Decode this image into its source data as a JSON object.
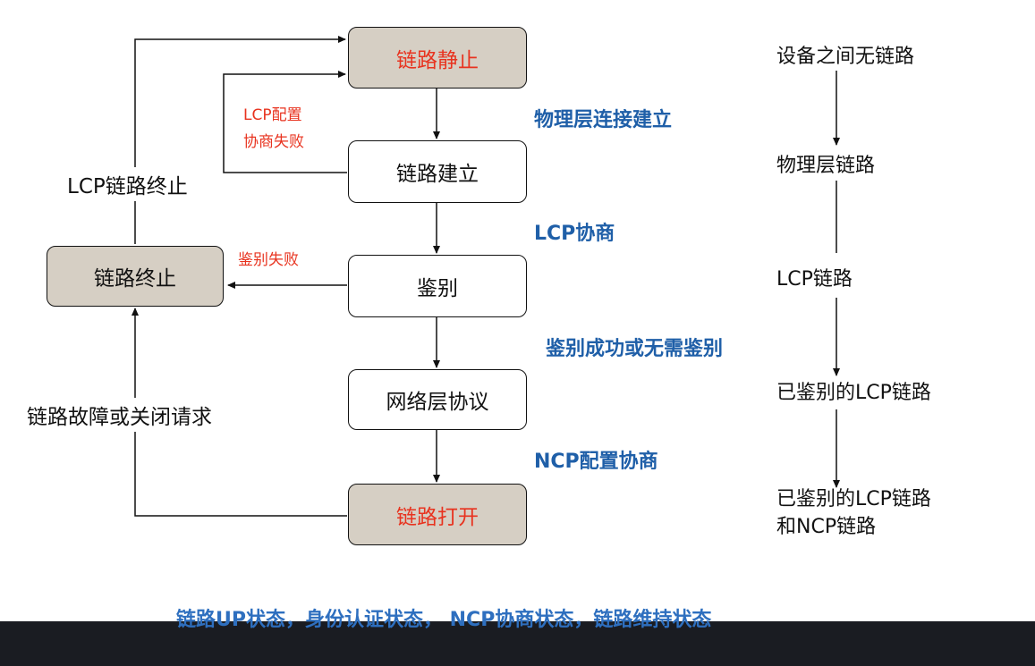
{
  "states": {
    "dead": "链路静止",
    "establish": "链路建立",
    "authenticate": "鉴别",
    "network": "网络层协议",
    "open": "链路打开",
    "terminate": "链路终止"
  },
  "transitions": {
    "physical_up": "物理层连接建立",
    "lcp_negotiation": "LCP协商",
    "auth_success": "鉴别成功或无需鉴别",
    "ncp_negotiation": "NCP配置协商",
    "lcp_fail_line1": "LCP配置",
    "lcp_fail_line2": "协商失败",
    "auth_fail": "鉴别失败",
    "lcp_terminate": "LCP链路终止",
    "link_fault": "链路故障或关闭请求"
  },
  "link_states": [
    "设备之间无链路",
    "物理层链路",
    "LCP链路",
    "已鉴别的LCP链路",
    "已鉴别的LCP链路",
    "和NCP链路"
  ],
  "caption": "链路UP状态，身份认证状态，  NCP协商状态，链路维持状态",
  "colors": {
    "state_fill_gray": "#d6cfc4",
    "red_text": "#e8331f",
    "blue_text": "#1f5fa8",
    "footer_bar": "#1a1c22"
  }
}
